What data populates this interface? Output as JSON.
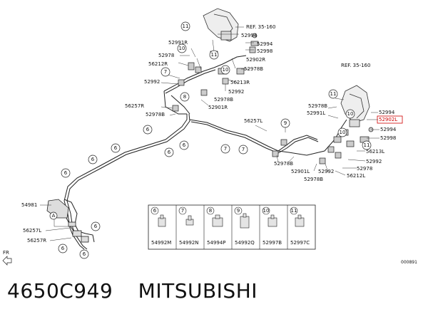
{
  "refs": {
    "ref_top": "REF. 35-160",
    "ref_right": "REF. 35-160"
  },
  "labels_top": {
    "p52994_a": "52994",
    "p52994_b": "52994",
    "p52998": "52998",
    "p52991r": "52991R",
    "p52978_a": "52978",
    "p52902r": "52902R",
    "p56212r": "56212R",
    "p52978b_a": "52978B",
    "p52992_a": "52992",
    "p56213r": "56213R",
    "p52992_b": "52992",
    "p56257r_a": "56257R",
    "p52978b_b": "52978B",
    "p52901r": "52901R",
    "p52978b_c": "52978B"
  },
  "labels_right": {
    "p52978b_d": "52978B",
    "p52991l": "52991L",
    "p52994_c": "52994",
    "p52902l": "52902L",
    "p52994_d": "52994",
    "p52998_b": "52998",
    "p56213l": "56213L",
    "p52992_c": "52992",
    "p52978_b": "52978",
    "p56212l": "56212L",
    "p52992_d": "52992",
    "p52901l": "52901L",
    "p52978b_e": "52978B",
    "p52978b_f": "52978B",
    "p56257l_a": "56257L"
  },
  "labels_left": {
    "p54981": "54981",
    "p56257l_b": "56257L",
    "p56257r_b": "56257R",
    "a_mark": "A",
    "fr": "FR"
  },
  "circle_nums": {
    "n11": "11",
    "n10": "10",
    "n7": "7",
    "n8": "8",
    "n6": "6",
    "n9": "9"
  },
  "legend": [
    {
      "num": "6",
      "part": "54992M"
    },
    {
      "num": "7",
      "part": "54992N"
    },
    {
      "num": "8",
      "part": "54994P"
    },
    {
      "num": "9",
      "part": "54992Q"
    },
    {
      "num": "10",
      "part": "52997B"
    },
    {
      "num": "11",
      "part": "52997C"
    }
  ],
  "figure_code": "000891",
  "caption": {
    "part_number": "4650C949",
    "brand": "MITSUBISHI"
  }
}
